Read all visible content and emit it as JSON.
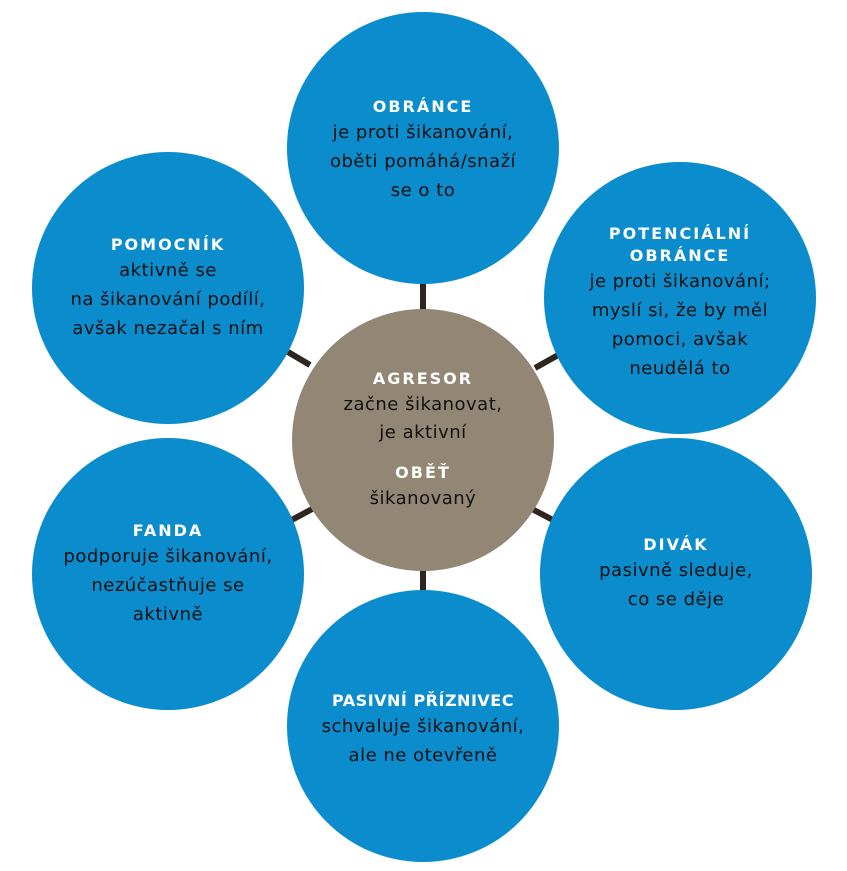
{
  "colors": {
    "node": "#0b8ccc",
    "center": "#918774",
    "connector": "#2f2620",
    "title_text": "#ffffff",
    "body_text": "#111111"
  },
  "center": {
    "top_title": "AGRESOR",
    "top_desc": "začne šikanovat,\nje aktivní",
    "bottom_title": "OBĚŤ",
    "bottom_desc": "šikanovaný"
  },
  "nodes": {
    "obrance": {
      "title": "OBRÁNCE",
      "desc": "je proti šikanování,\noběti pomáhá/snaží\nse o to"
    },
    "potencialni_obrance": {
      "title": "POTENCIÁLNÍ\nOBRÁNCE",
      "desc": "je proti šikanování;\nmyslí si, že by měl\npomoci, avšak\nneudělá to"
    },
    "divak": {
      "title": "DIVÁK",
      "desc": "pasivně sleduje,\nco se děje"
    },
    "pasivni_priznivec": {
      "title": "PASIVNÍ PŘÍZNIVEC",
      "desc": "schvaluje šikanování,\nale ne otevřeně"
    },
    "fanda": {
      "title": "FANDA",
      "desc": "podporuje šikanování,\nnezúčastňuje se\naktivně"
    },
    "pomocnik": {
      "title": "POMOCNÍK",
      "desc": "aktivně se\nna šikanování podílí,\navšak nezačal s ním"
    }
  }
}
